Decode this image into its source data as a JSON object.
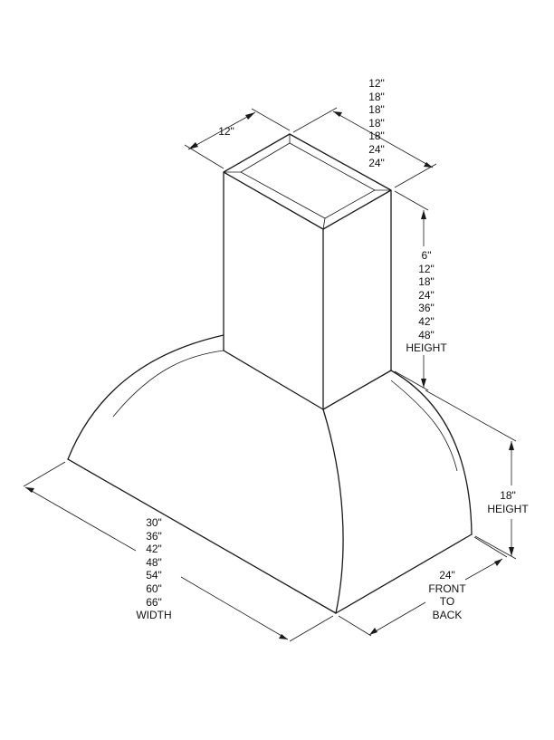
{
  "dimensions": {
    "top_width": [
      "12\""
    ],
    "top_depth": [
      "12\"",
      "18\"",
      "18\"",
      "18\"",
      "18\"",
      "24\"",
      "24\""
    ],
    "chimney_height": [
      "6\"",
      "12\"",
      "18\"",
      "24\"",
      "36\"",
      "42\"",
      "48\"",
      "HEIGHT"
    ],
    "hood_height": [
      "18\"",
      "HEIGHT"
    ],
    "front_to_back": [
      "24\"",
      "FRONT",
      "TO",
      "BACK"
    ],
    "width": [
      "30\"",
      "36\"",
      "42\"",
      "48\"",
      "54\"",
      "60\"",
      "66\"",
      "WIDTH"
    ]
  }
}
